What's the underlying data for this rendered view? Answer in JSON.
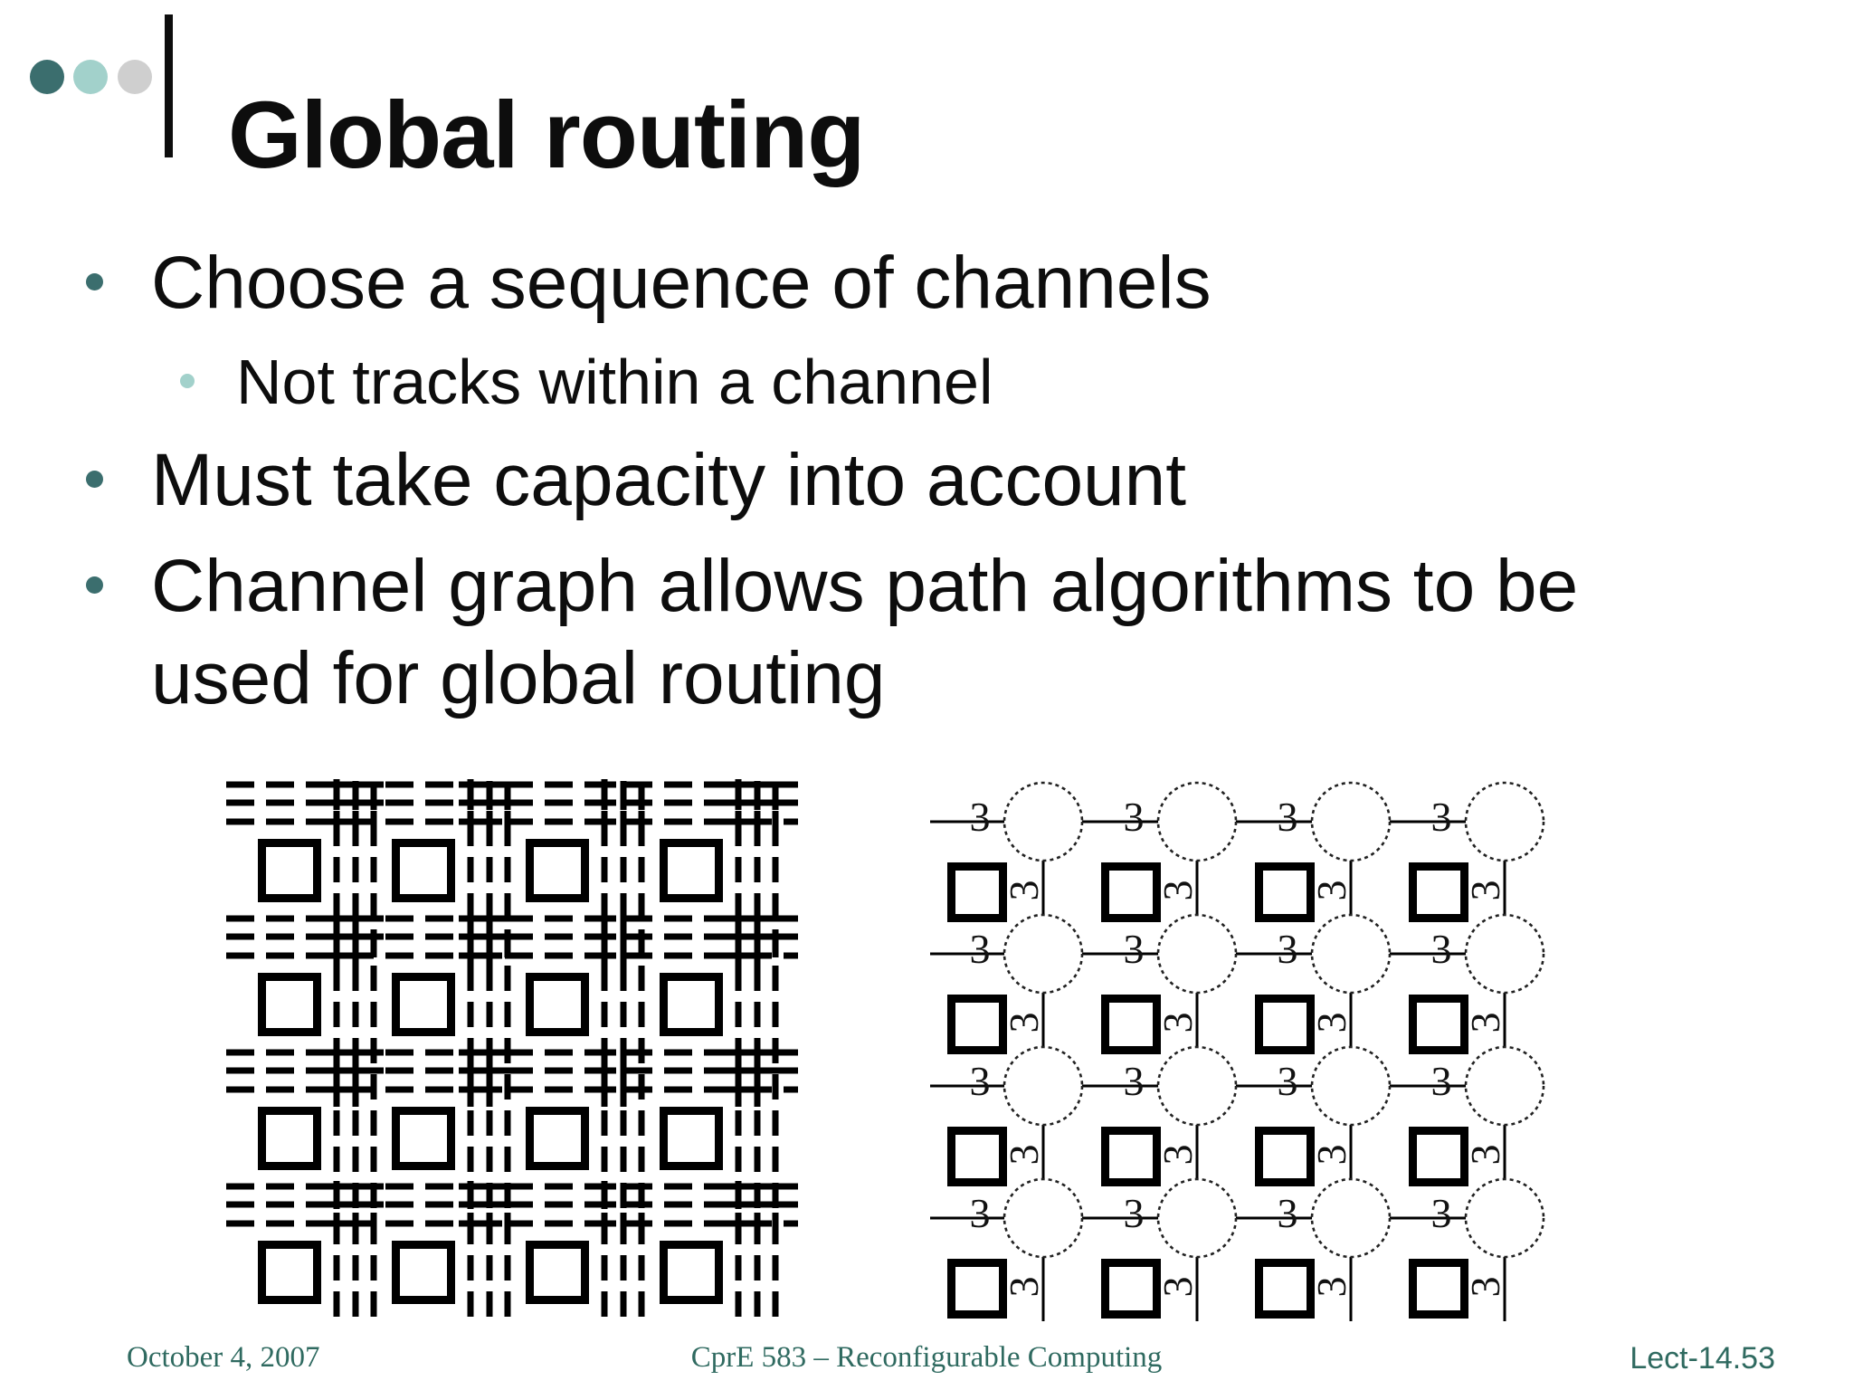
{
  "slide": {
    "title": "Global routing",
    "bullets": [
      {
        "level": 1,
        "text": "Choose a sequence of channels"
      },
      {
        "level": 2,
        "text": "Not tracks within a channel"
      },
      {
        "level": 1,
        "text": "Must take capacity into account"
      },
      {
        "level": 1,
        "text": "Channel graph allows path algorithms to be used for global routing"
      }
    ],
    "footer": {
      "date": "October 4, 2007",
      "course": "CprE 583 – Reconfigurable Computing",
      "lecture": "Lect-14.53"
    }
  },
  "figures": {
    "fpga_grid": {
      "description": "FPGA array: logic blocks with 3-track dashed routing channels and switch connections",
      "rows": 4,
      "cols": 4,
      "tracks_per_channel": 3
    },
    "channel_graph": {
      "description": "Channel graph: channel nodes (circles), logic blocks (squares), edges labeled with capacity",
      "rows": 4,
      "cols": 4,
      "edge_capacity": "3"
    }
  },
  "colors": {
    "ink": "#0d0d0d",
    "accent_dark": "#3b6e6e",
    "accent_light": "#a2d1cb",
    "accent_gray": "#cfcfcf",
    "footer_text": "#2f6a60"
  }
}
